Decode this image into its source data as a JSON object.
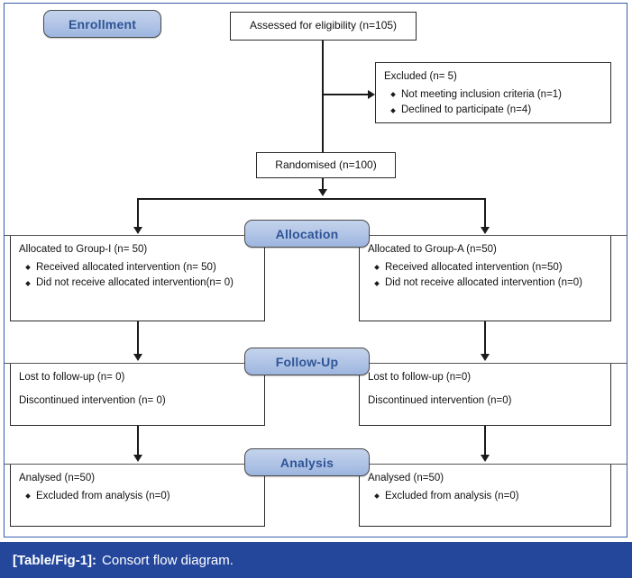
{
  "figure": {
    "caption_label": "[Table/Fig-1]:",
    "caption_text": "Consort flow diagram.",
    "frame_color": "#3a5ea8",
    "caption_bg": "#24479c",
    "pill_text_color": "#2f5496",
    "pill_fill": "#b4c7e7"
  },
  "stages": {
    "enrollment": "Enrollment",
    "allocation": "Allocation",
    "followup": "Follow-Up",
    "analysis": "Analysis"
  },
  "enrollment": {
    "assessed": "Assessed for eligibility (n=105)",
    "excluded_title": "Excluded (n= 5)",
    "excluded_items": [
      "Not meeting inclusion criteria (n=1)",
      "Declined to participate (n=4)"
    ],
    "randomised": "Randomised (n=100)"
  },
  "allocation": {
    "left": {
      "title": "Allocated to Group-I (n= 50)",
      "items": [
        "Received allocated intervention (n= 50)",
        "Did not receive allocated intervention(n= 0)"
      ]
    },
    "right": {
      "title": "Allocated to Group-A (n=50)",
      "items": [
        "Received allocated intervention (n=50)",
        "Did not receive allocated intervention (n=0)"
      ]
    }
  },
  "followup": {
    "left": {
      "lost": "Lost to follow-up (n= 0)",
      "discontinued": "Discontinued intervention (n= 0)"
    },
    "right": {
      "lost": "Lost to follow-up (n=0)",
      "discontinued": "Discontinued intervention (n=0)"
    }
  },
  "analysis": {
    "left": {
      "title": "Analysed (n=50)",
      "items": [
        "Excluded from analysis (n=0)"
      ]
    },
    "right": {
      "title": "Analysed (n=50)",
      "items": [
        "Excluded from analysis (n=0)"
      ]
    }
  }
}
